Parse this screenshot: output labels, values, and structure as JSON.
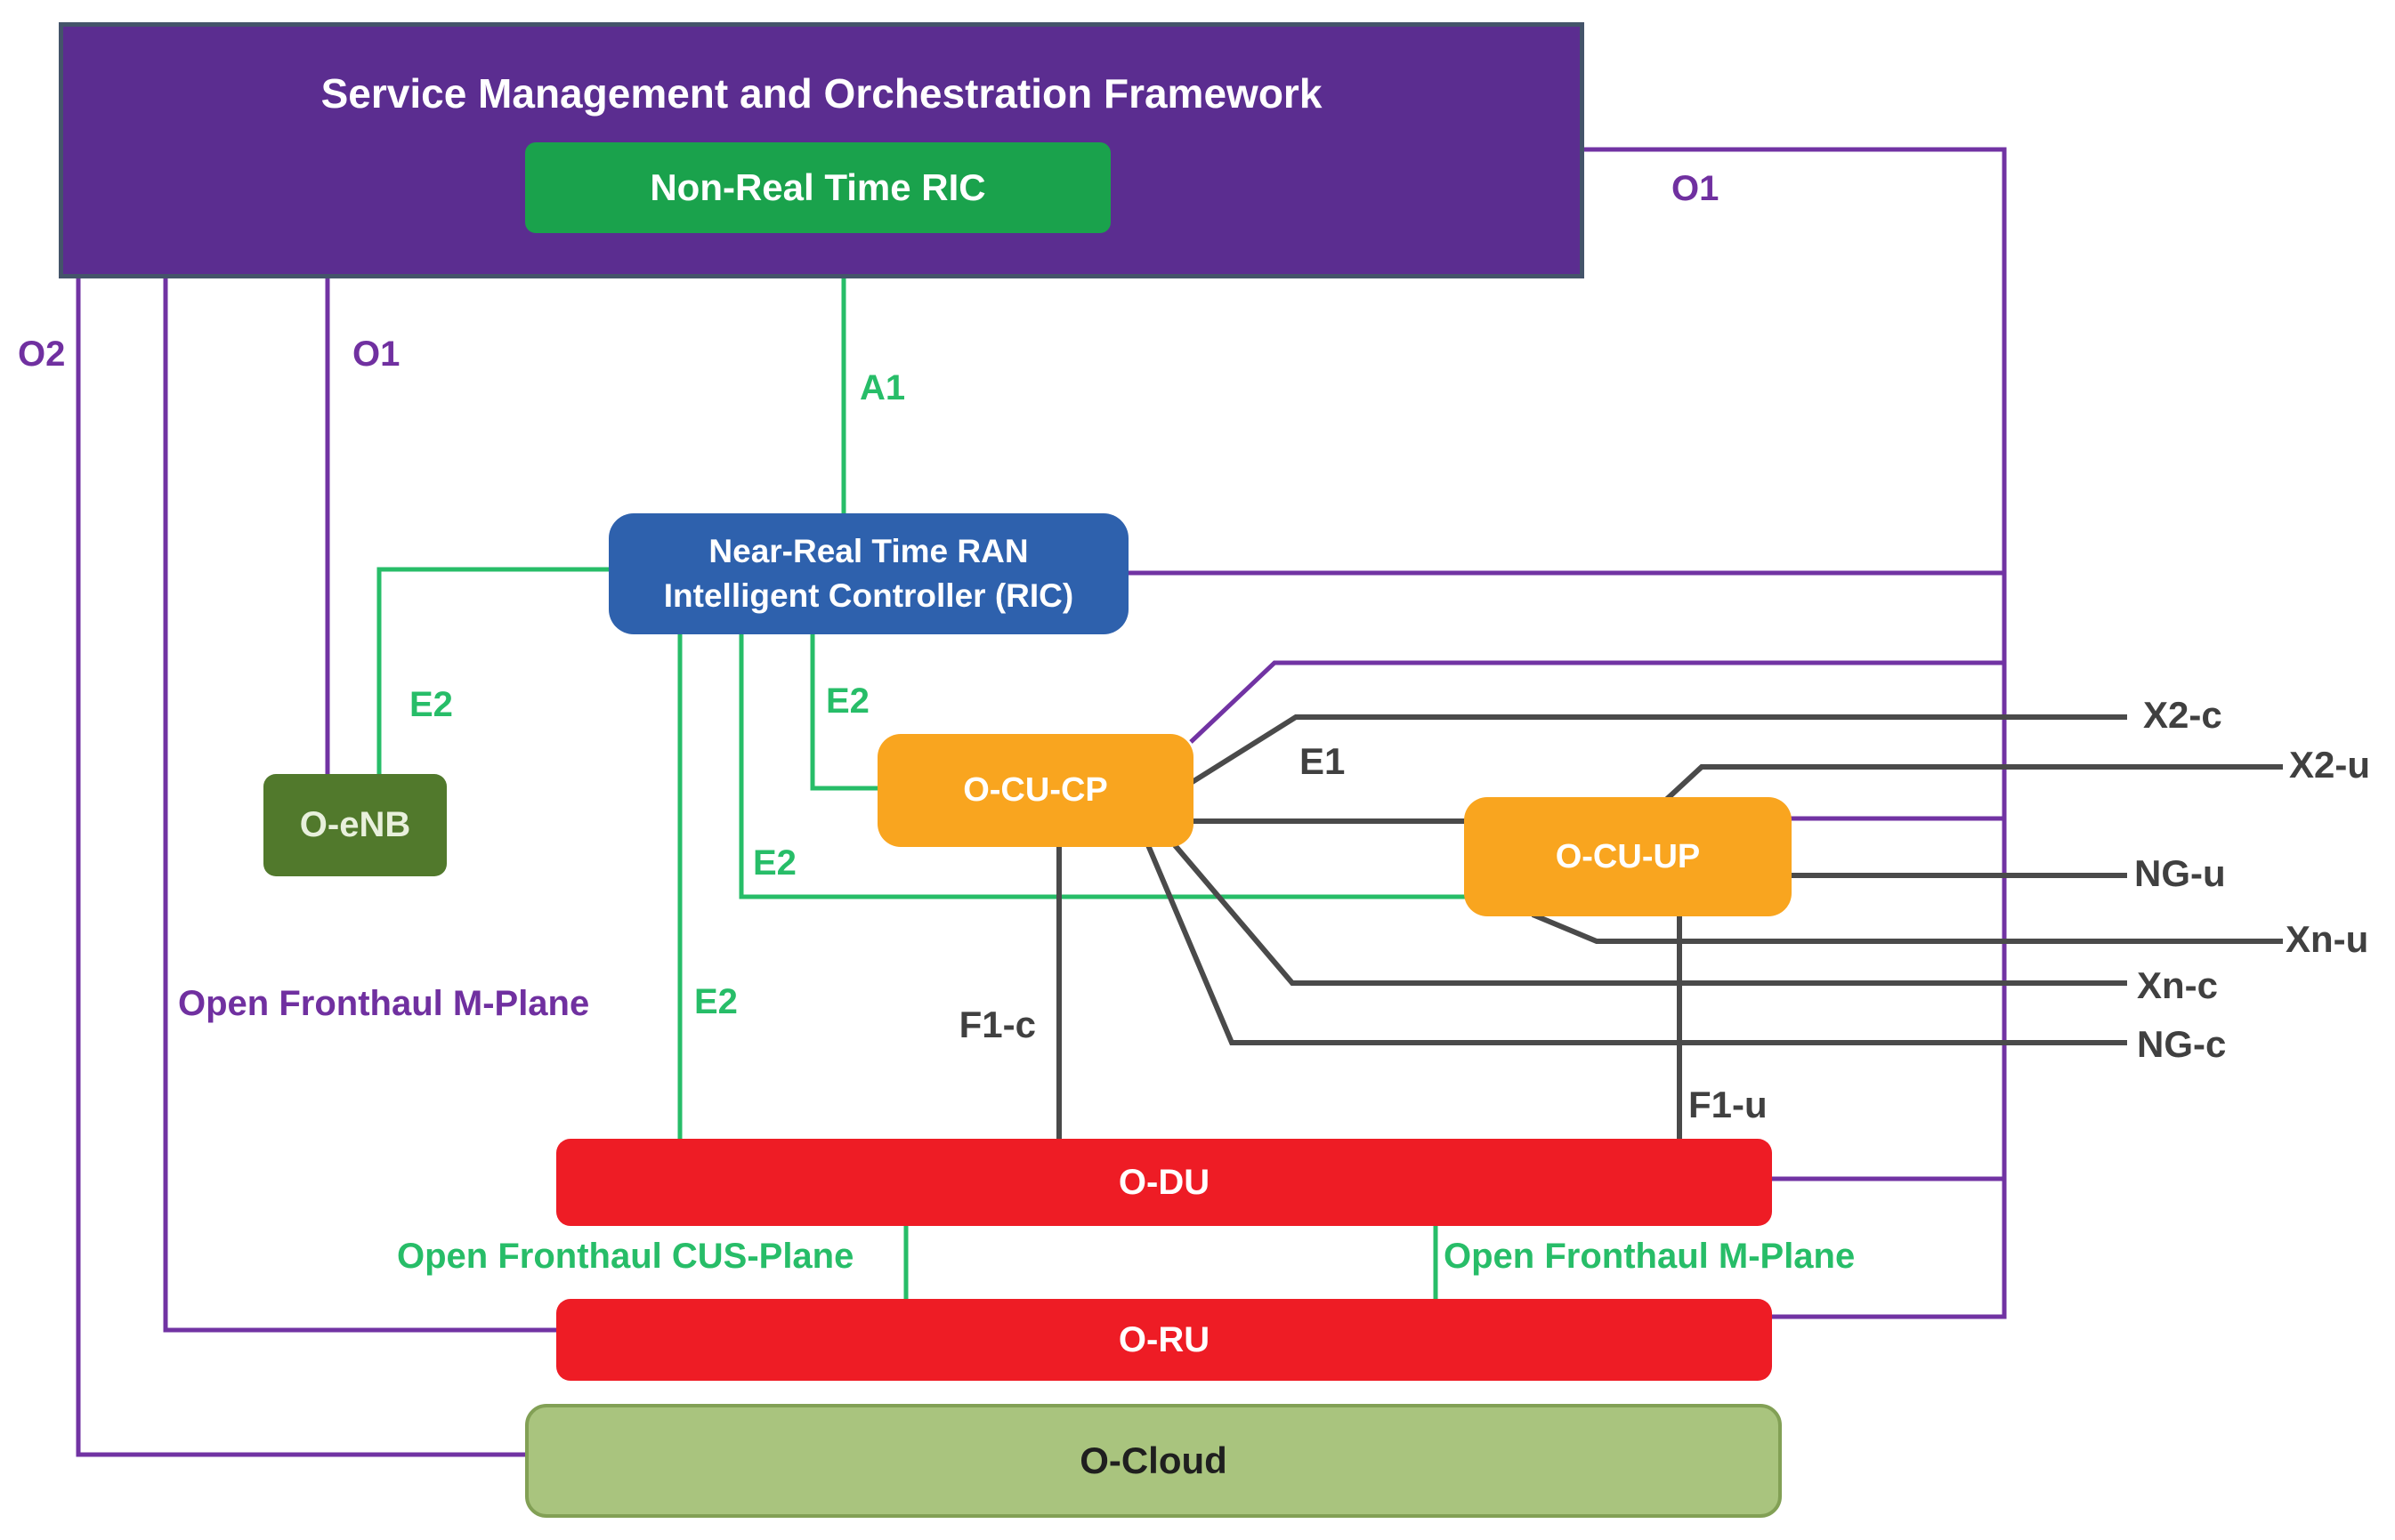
{
  "nodes": {
    "smo": {
      "label": "Service Management and Orchestration Framework"
    },
    "non_rt_ric": {
      "label": "Non-Real Time RIC"
    },
    "near_rt_ric": {
      "line1": "Near-Real Time RAN",
      "line2": "Intelligent Controller (RIC)"
    },
    "o_enb": {
      "label": "O-eNB"
    },
    "o_cu_cp": {
      "label": "O-CU-CP"
    },
    "o_cu_up": {
      "label": "O-CU-UP"
    },
    "o_du": {
      "label": "O-DU"
    },
    "o_ru": {
      "label": "O-RU"
    },
    "o_cloud": {
      "label": "O-Cloud"
    }
  },
  "interfaces": {
    "o2": "O2",
    "o1_left": "O1",
    "o1_right": "O1",
    "a1": "A1",
    "e2_enb": "E2",
    "e2_cucp": "E2",
    "e2_cuup": "E2",
    "e2_odu": "E2",
    "e1": "E1",
    "f1_c": "F1-c",
    "f1_u": "F1-u",
    "x2_c": "X2-c",
    "x2_u": "X2-u",
    "ng_u": "NG-u",
    "xn_u": "Xn-u",
    "xn_c": "Xn-c",
    "ng_c": "NG-c",
    "open_fronthaul_mplane_smo": "Open Fronthaul M-Plane",
    "open_fronthaul_cus_plane": "Open Fronthaul CUS-Plane",
    "open_fronthaul_mplane_odu": "Open Fronthaul M-Plane"
  },
  "colors": {
    "smo_fill": "#5b2d90",
    "smo_border": "#44546a",
    "non_rt_ric_fill": "#1aa24c",
    "near_rt_ric_fill": "#2e61ad",
    "o_enb_fill": "#51792c",
    "cu_fill": "#f9a51f",
    "du_ru_fill": "#ee1c25",
    "o_cloud_fill": "#a9c47e",
    "o_cloud_border": "#82a055",
    "purple_line": "#7133a3",
    "green_line": "#27bd68",
    "dark_line": "#4a4a4a",
    "purple_label": "#7030a0",
    "green_label": "#27bd68",
    "dark_label": "#404040"
  }
}
